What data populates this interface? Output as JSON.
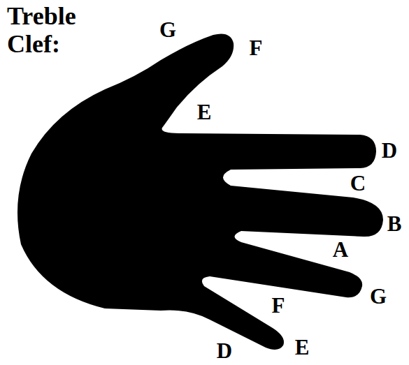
{
  "diagram": {
    "title": "Treble Clef:",
    "labels": [
      "D",
      "E",
      "F",
      "G",
      "A",
      "B",
      "C",
      "D",
      "E",
      "F",
      "G"
    ]
  }
}
